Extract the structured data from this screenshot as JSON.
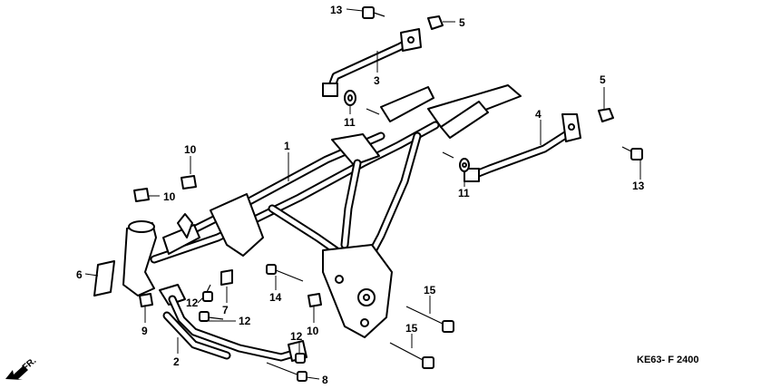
{
  "callouts": {
    "c1": "1",
    "c2": "2",
    "c3": "3",
    "c4": "4",
    "c5a": "5",
    "c5b": "5",
    "c6": "6",
    "c7": "7",
    "c8": "8",
    "c9": "9",
    "c10a": "10",
    "c10b": "10",
    "c10c": "10",
    "c11a": "11",
    "c11b": "11",
    "c12a": "12",
    "c12b": "12",
    "c12c": "12",
    "c13a": "13",
    "c13b": "13",
    "c14": "14",
    "c15a": "15",
    "c15b": "15"
  },
  "diagram_code": "KE63- F 2400",
  "direction_label": "FR."
}
